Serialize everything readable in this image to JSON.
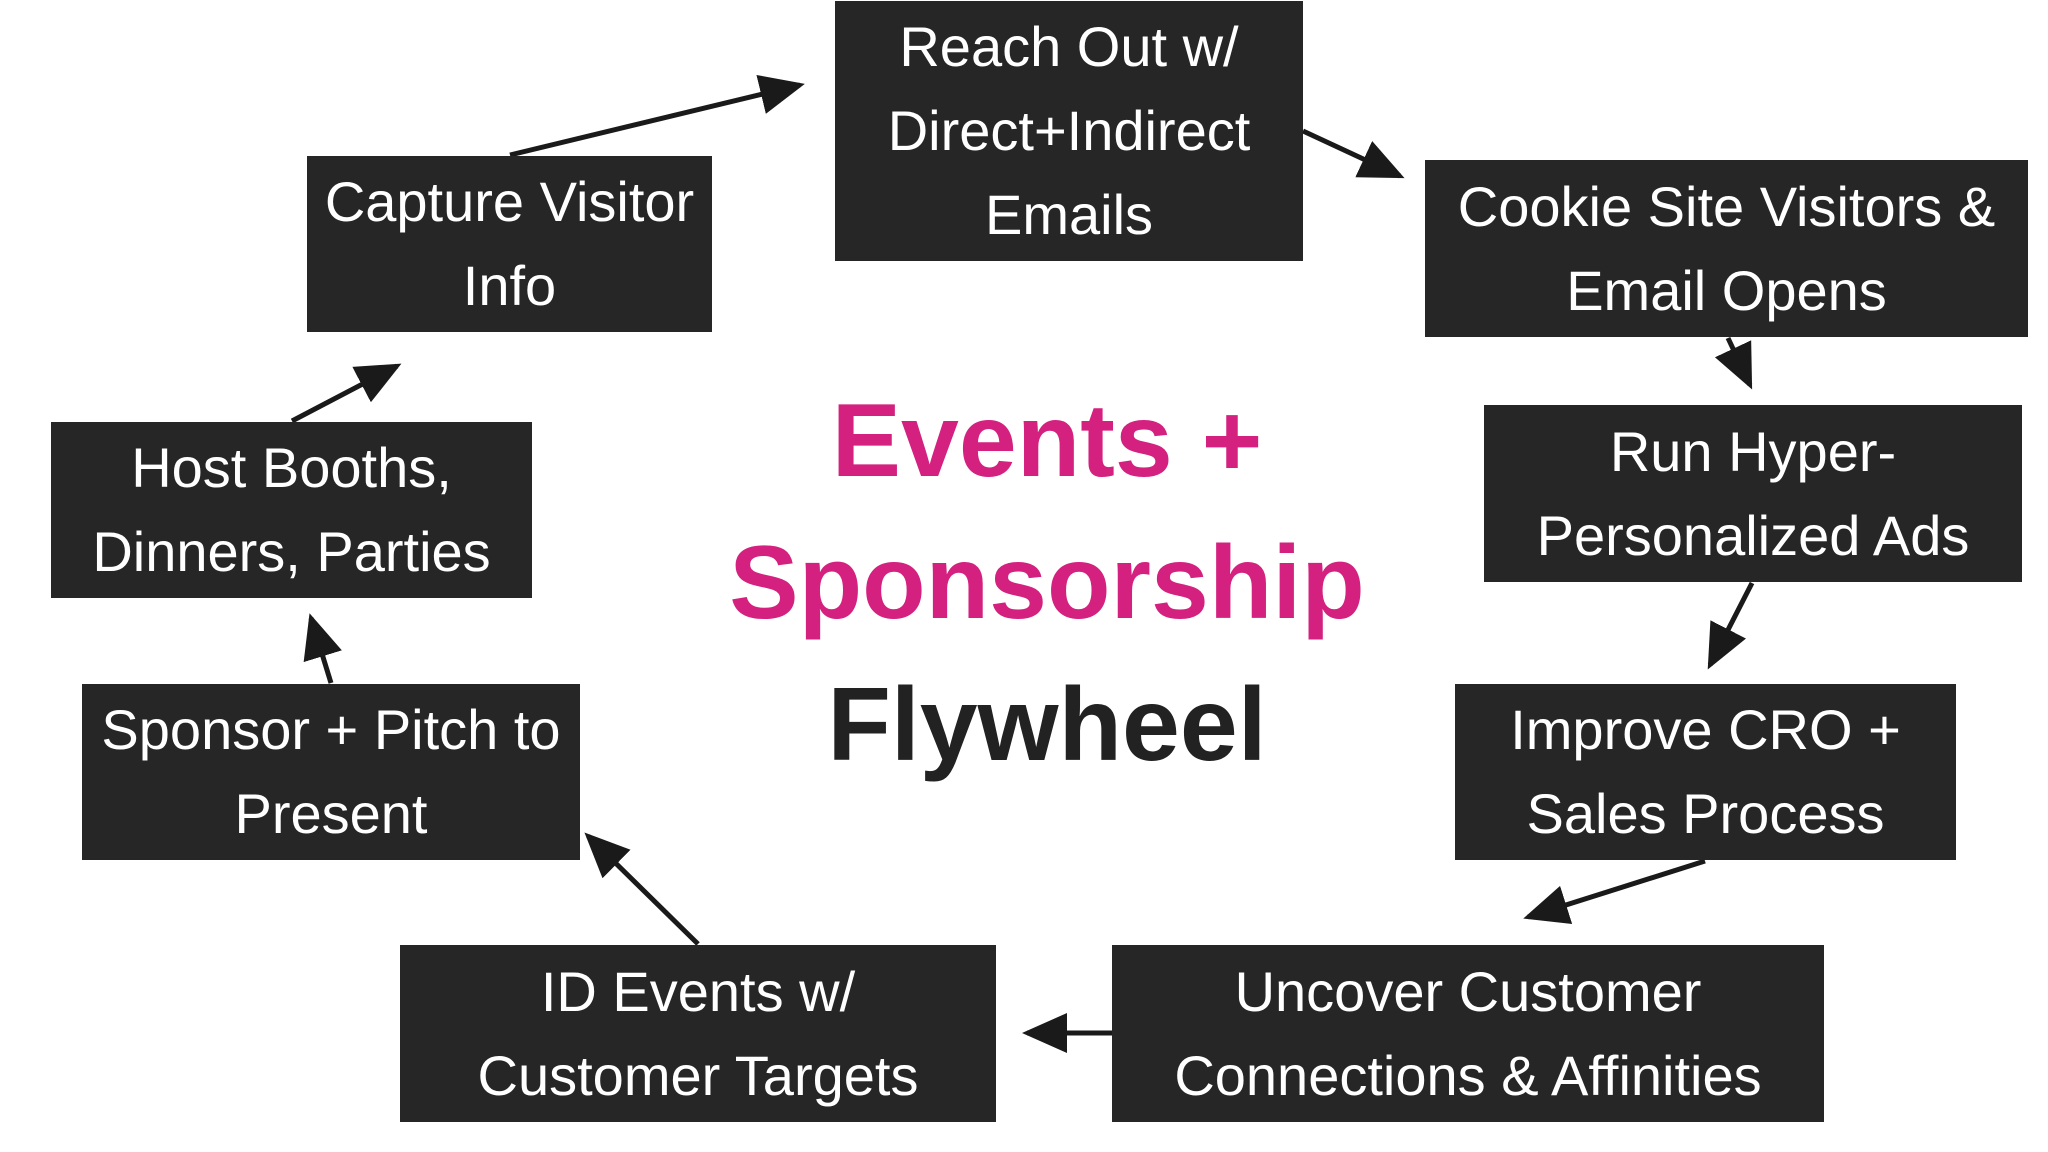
{
  "title": {
    "line1": "Events +",
    "line2": "Sponsorship",
    "line3": "Flywheel",
    "accent_color": "#d4207f",
    "dark_color": "#222222"
  },
  "box_color": "#262626",
  "steps": [
    {
      "lines": [
        "Reach Out w/",
        "Direct+Indirect",
        "Emails"
      ]
    },
    {
      "lines": [
        "Cookie Site Visitors &",
        "Email Opens"
      ]
    },
    {
      "lines": [
        "Run Hyper-",
        "Personalized Ads"
      ]
    },
    {
      "lines": [
        "Improve CRO +",
        "Sales Process"
      ]
    },
    {
      "lines": [
        "Uncover Customer",
        "Connections & Affinities"
      ]
    },
    {
      "lines": [
        "ID Events w/",
        "Customer Targets"
      ]
    },
    {
      "lines": [
        "Sponsor + Pitch to",
        "Present"
      ]
    },
    {
      "lines": [
        "Host Booths,",
        "Dinners, Parties"
      ]
    },
    {
      "lines": [
        "Capture Visitor",
        "Info"
      ]
    }
  ]
}
